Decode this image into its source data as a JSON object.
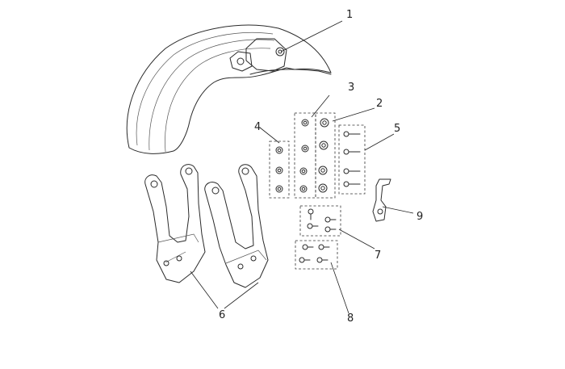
{
  "callouts": {
    "c1": "1",
    "c2": "2",
    "c3": "3",
    "c4": "4",
    "c5": "5",
    "c6": "6",
    "c7": "7",
    "c8": "8",
    "c9": "9"
  },
  "colors": {
    "line": "#2a2a2a",
    "background": "#ffffff"
  }
}
